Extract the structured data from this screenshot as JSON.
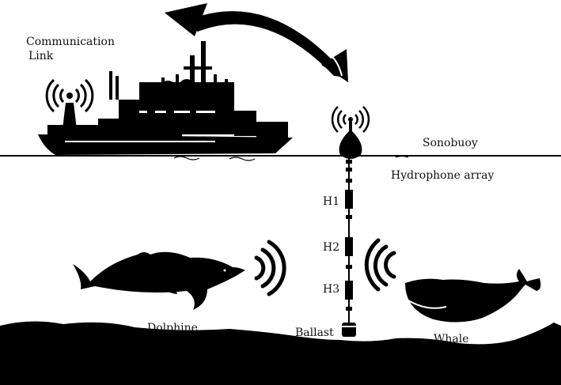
{
  "labels": {
    "communication_link_line1": "Communication",
    "communication_link_line2": "Link",
    "sonobuoy": "Sonobuoy",
    "hydrophone_array": "Hydrophone array",
    "h1": "H1",
    "h2": "H2",
    "h3": "H3",
    "dolphine": "Dolphine",
    "ballast": "Ballast",
    "whale": "Whale"
  },
  "colors": {
    "ink": "#000000",
    "background": "#ffffff"
  },
  "icons": [
    "antenna-signal-icon",
    "ship-icon",
    "buoy-icon",
    "dolphin-icon",
    "whale-icon",
    "sound-wave-icon",
    "curved-arrow-icon"
  ]
}
